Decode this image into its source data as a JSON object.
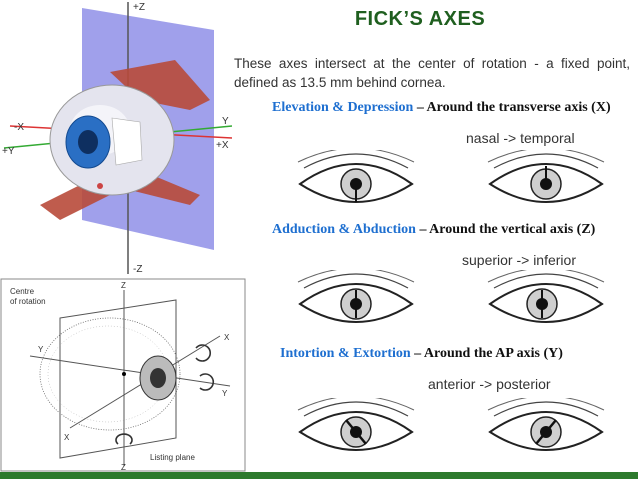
{
  "title": "FICK’S AXES",
  "intro": "These axes intersect at the center of rotation - a fixed point, defined as 13.5 mm behind cornea.",
  "figure_top": {
    "axis_pos_z": "+Z",
    "axis_neg_z": "-Z",
    "axis_pos_x": "+X",
    "axis_neg_x": "-X",
    "axis_pos_y": "+Y",
    "axis_y": "Y"
  },
  "figure_bottom": {
    "label_centre_line1": "Centre",
    "label_centre_line2": "of rotation",
    "axis_z_top": "Z",
    "axis_z_bottom": "Z",
    "axis_x": "X",
    "axis_y_left": "Y",
    "axis_y_right": "Y",
    "axis_x_bottom": "X",
    "label_listing": "Listing plane"
  },
  "motions": [
    {
      "name": "Elevation & Depression",
      "axis": "– Around the transverse axis (X)",
      "direction": "nasal -> temporal"
    },
    {
      "name": "Adduction & Abduction",
      "axis": "– Around the vertical axis (Z)",
      "direction": "superior -> inferior"
    },
    {
      "name": "Intortion & Extortion",
      "axis": "– Around the AP axis (Y)",
      "direction": "anterior -> posterior"
    }
  ],
  "colors": {
    "title": "#1f5f1f",
    "motion_name": "#1e6fd0",
    "plane": "#8f8fe8"
  }
}
